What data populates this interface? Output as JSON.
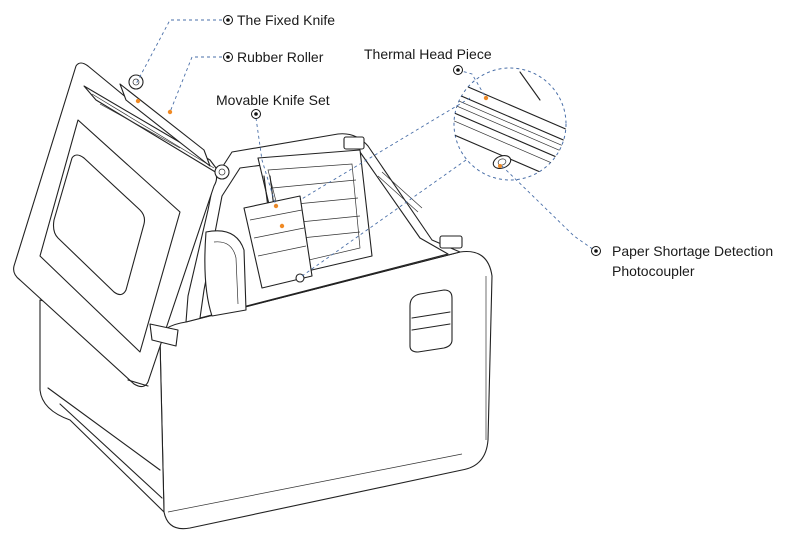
{
  "labels": {
    "fixed_knife": "The Fixed Knife",
    "rubber_roller": "Rubber Roller",
    "thermal_head": "Thermal Head Piece",
    "movable_knife": "Movable Knife Set",
    "paper_shortage_line1": "Paper Shortage Detection",
    "paper_shortage_line2": "Photocoupler"
  },
  "colors": {
    "line": "#222222",
    "leader": "#4a6fa8",
    "marker": "#f08a24",
    "background": "#ffffff"
  }
}
